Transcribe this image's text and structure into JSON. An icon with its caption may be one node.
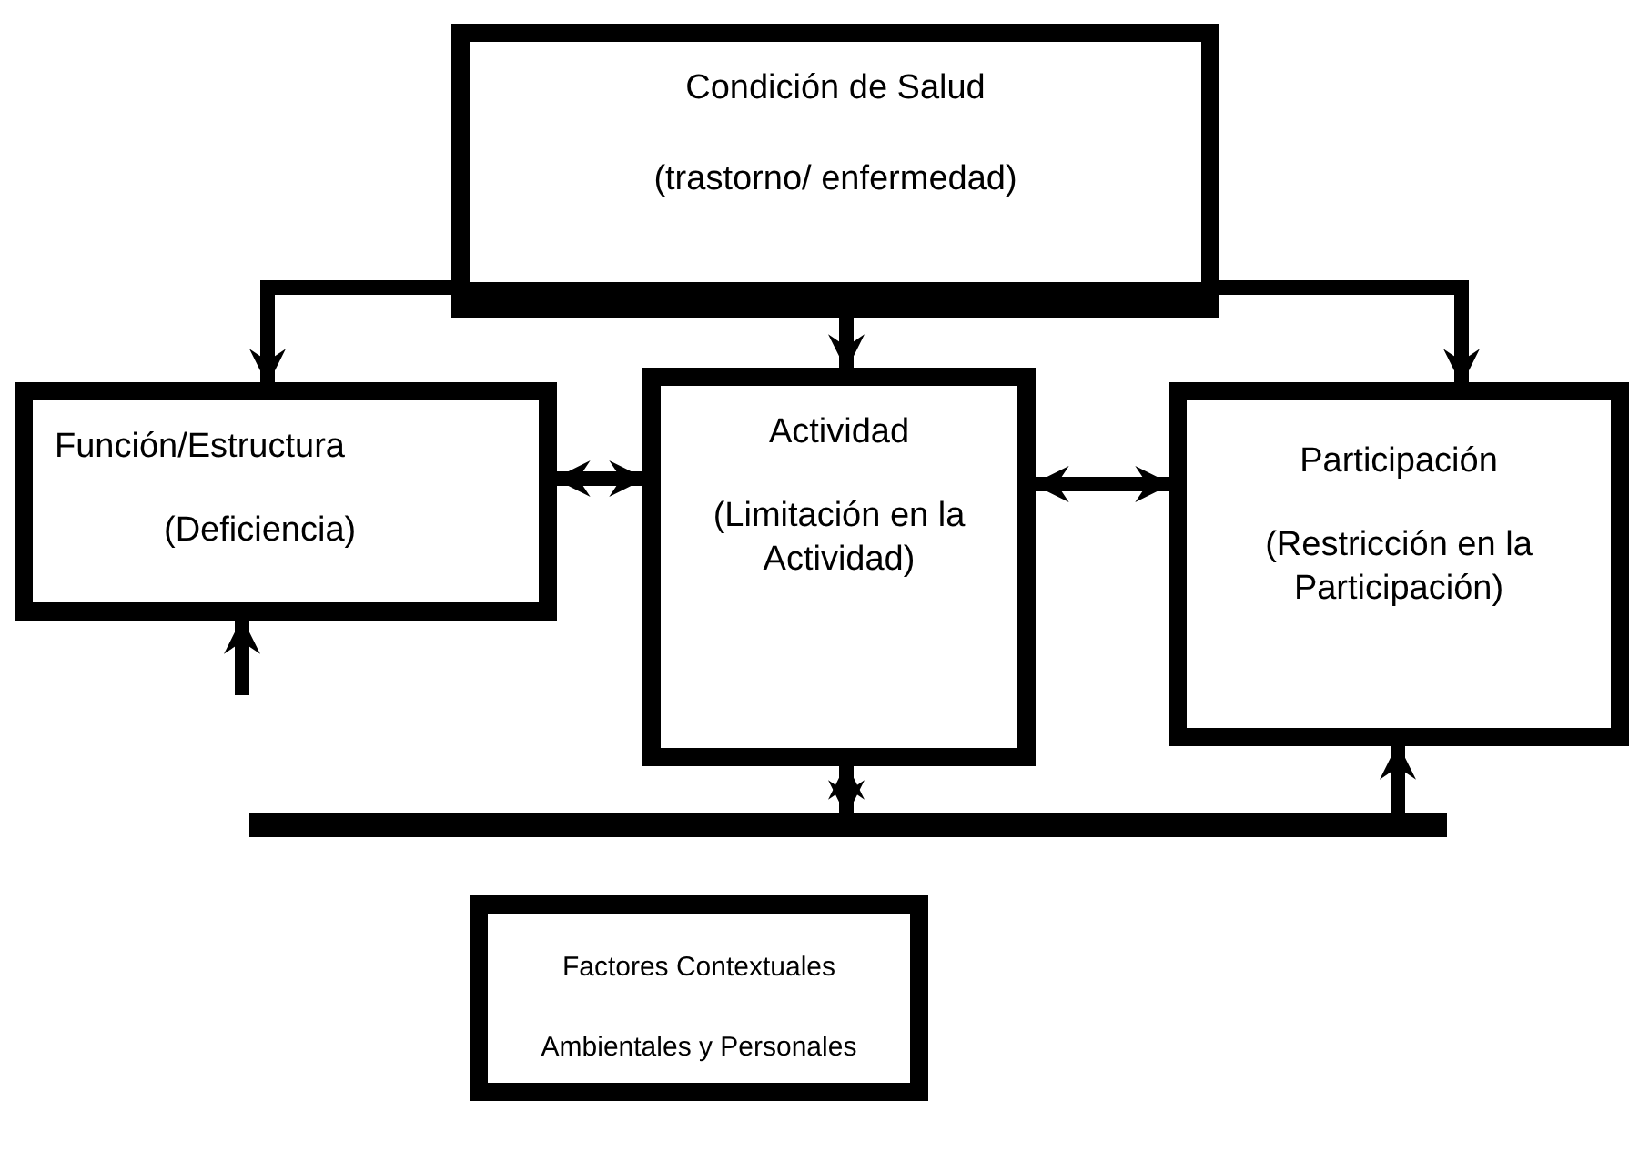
{
  "diagram": {
    "nodes": [
      {
        "text": [
          "Condición de Salud",
          "(trastorno/ enfermedad)"
        ]
      },
      {
        "text": [
          "Función/Estructura",
          "(Deficiencia)"
        ]
      },
      {
        "text": [
          "Actividad",
          "(Limitación en la Actividad)"
        ]
      },
      {
        "text": [
          "Participación",
          "(Restricción en la Participación)"
        ]
      },
      {
        "text": [],
        "shape": "bar"
      },
      {
        "text": [
          "Factores Contextuales",
          "Ambientales y Personales"
        ]
      }
    ],
    "edges": [
      {
        "from": 0,
        "to": 1,
        "arrow": "to"
      },
      {
        "from": 0,
        "to": 2,
        "arrow": "to"
      },
      {
        "from": 0,
        "to": 3,
        "arrow": "to"
      },
      {
        "from": 1,
        "to": 2,
        "arrow": "both"
      },
      {
        "from": 2,
        "to": 3,
        "arrow": "both"
      },
      {
        "from": 4,
        "to": 2,
        "arrow": "both"
      },
      {
        "from": null,
        "to": 1,
        "arrow": "to"
      },
      {
        "from": 4,
        "to": 3,
        "arrow": "to"
      }
    ]
  }
}
